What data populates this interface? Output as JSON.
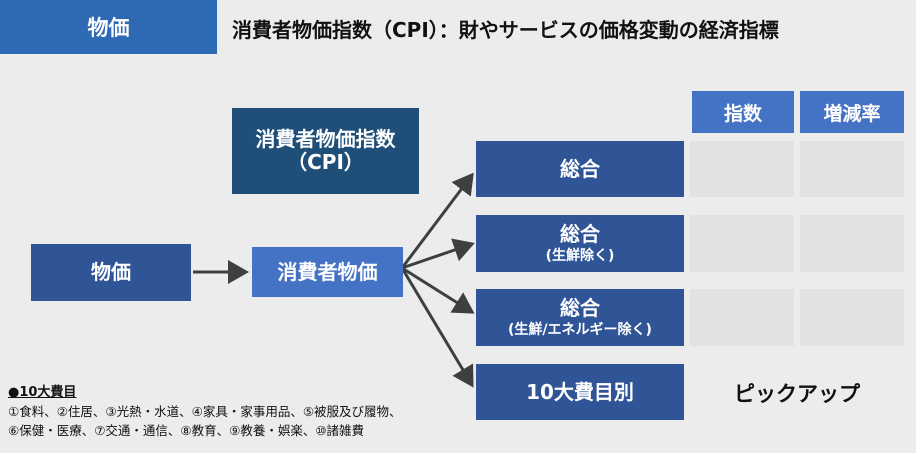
{
  "header": {
    "tag": "物価",
    "title": "消費者物価指数（CPI）：財やサービスの価格変動の経済指標"
  },
  "diagram": {
    "cpi_box": {
      "line1": "消費者物価指数",
      "line2": "（CPI）"
    },
    "price_box": "物価",
    "consumer_price_box": "消費者物価",
    "table_headers": {
      "index": "指数",
      "change_rate": "増減率"
    },
    "categories": [
      {
        "main": "総合",
        "sub": ""
      },
      {
        "main": "総合",
        "sub": "(生鮮除く)"
      },
      {
        "main": "総合",
        "sub": "(生鮮/エネルギー除く)"
      },
      {
        "main": "10大費目別",
        "sub": ""
      }
    ],
    "pickup": "ピックアップ"
  },
  "notes": {
    "title": "●10大費目",
    "line1": "①食料、②住居、③光熱・水道、④家具・家事用品、⑤被服及び履物、",
    "line2": "⑥保健・医療、⑦交通・通信、⑧教育、⑨教養・娯楽、⑩諸雑費"
  },
  "colors": {
    "background": "#ececec",
    "tag_blue": "#2e69b3",
    "dark_navy": "#1f4e79",
    "mid_blue": "#2f5597",
    "light_blue": "#4472c4",
    "empty_cell": "#e2e2e2",
    "arrow": "#3f3f3f"
  }
}
